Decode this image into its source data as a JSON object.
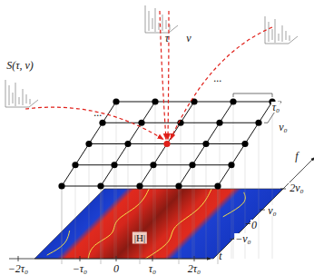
{
  "diagram": {
    "labels": [
      "S(τ, ν)",
      "τ",
      "ν",
      "...",
      "...",
      "τ₀",
      "ν₀",
      "f",
      "t",
      "2ν₀",
      "ν₀",
      "0",
      "−ν₀",
      "−2τ₀",
      "−τ₀",
      "0",
      "τ₀",
      "2τ₀",
      "|H|"
    ]
  }
}
